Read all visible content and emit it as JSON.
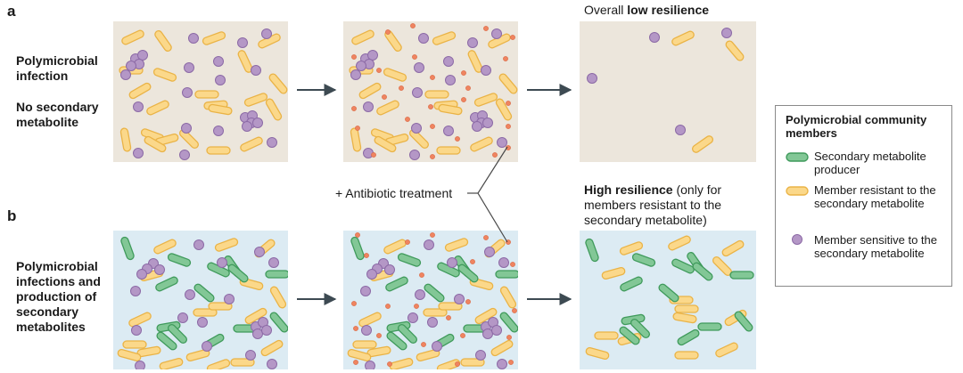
{
  "panel_a": {
    "letter": "a",
    "label_line1": "Polymicrobial",
    "label_line2": "infection",
    "label_line3": "No secondary",
    "label_line4": "metabolite",
    "outcome_prefix": "Overall ",
    "outcome_bold": "low resilience"
  },
  "panel_b": {
    "letter": "b",
    "label_lines": [
      "Polymicrobial",
      "infections and",
      "production of",
      "secondary",
      "metabolites"
    ],
    "outcome_bold": "High resilience",
    "outcome_line1_rest": " (only for",
    "outcome_line2": "members resistant to the",
    "outcome_line3": "secondary metabolite)"
  },
  "treatment_label": "+ Antibiotic treatment",
  "legend": {
    "title": "Polymicrobial community members",
    "items": [
      {
        "icon": "green-rod",
        "label": "Secondary metabolite producer"
      },
      {
        "icon": "yellow-rod",
        "label": "Member resistant to the secondary metabolite"
      },
      {
        "icon": "purple-coccus",
        "label": "Member sensitive to the secondary metabolite"
      }
    ]
  },
  "colors": {
    "panel_a_bg": "#ece6dc",
    "panel_b_bg": "#dcebf3",
    "yellow_fill": "#fbd88a",
    "yellow_stroke": "#eab346",
    "green_fill": "#82c796",
    "green_stroke": "#3f9a5b",
    "purple_fill": "#b497c6",
    "purple_stroke": "#8c6aa6",
    "antibiotic": "#ef8460",
    "arrow": "#3d4a52"
  }
}
